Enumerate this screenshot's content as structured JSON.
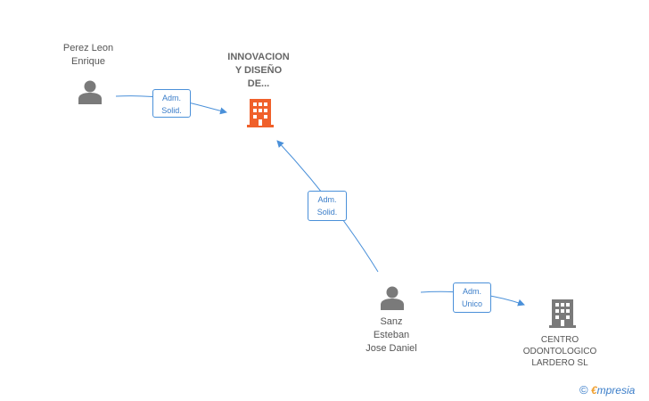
{
  "nodes": {
    "perez": {
      "name": "Perez Leon\nEnrique"
    },
    "innovacion": {
      "name": "INNOVACION\nY DISEÑO\nDE..."
    },
    "sanz": {
      "name": "Sanz\nEsteban\nJose Daniel"
    },
    "centro": {
      "name": "CENTRO\nODONTOLOGICO\nLARDERO SL"
    }
  },
  "edges": [
    {
      "from": "perez",
      "to": "innovacion",
      "line1": "Adm.",
      "line2": "Solid."
    },
    {
      "from": "sanz",
      "to": "innovacion",
      "line1": "Adm.",
      "line2": "Solid."
    },
    {
      "from": "sanz",
      "to": "centro",
      "line1": "Adm.",
      "line2": "Unico"
    }
  ],
  "brand": {
    "copyright": "©",
    "e": "€",
    "rest": "mpresia"
  },
  "colors": {
    "person": "#7a7a7a",
    "company_main": "#f0602a",
    "company": "#7a7a7a",
    "edge": "#4a90d9"
  },
  "icons": {
    "person": "person-icon",
    "company": "building-icon"
  }
}
